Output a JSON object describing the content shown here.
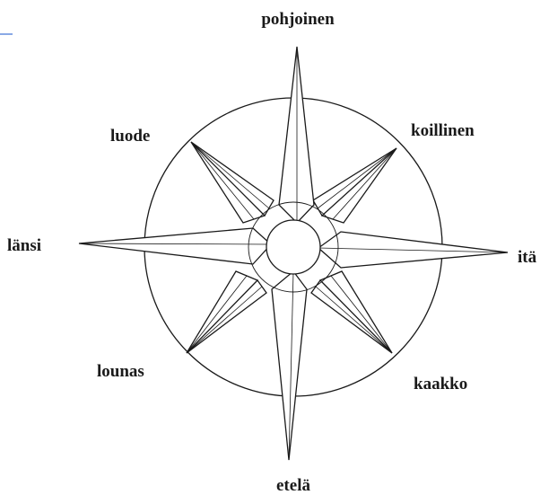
{
  "compass": {
    "directions": {
      "north": "pohjoinen",
      "northeast": "koillinen",
      "east": "itä",
      "southeast": "kaakko",
      "south": "etelä",
      "southwest": "lounas",
      "west": "länsi",
      "northwest": "luode"
    }
  },
  "colors": {
    "ink": "#1a1a1a",
    "background": "#ffffff",
    "corner_line": "#3b6fd6"
  }
}
